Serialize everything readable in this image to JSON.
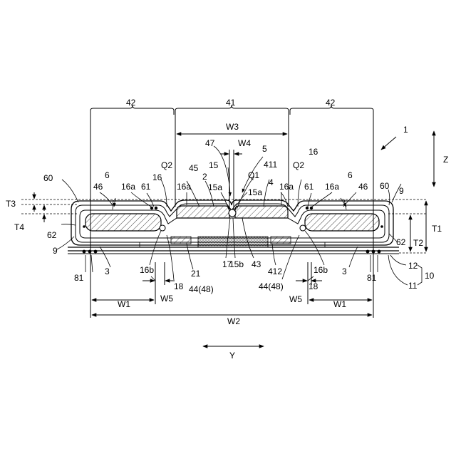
{
  "labels": {
    "l42a": "42",
    "l41": "41",
    "l42b": "42",
    "l1": "1",
    "lZ": "Z",
    "lY": "Y",
    "lW3": "W3",
    "lW4": "W4",
    "l47": "47",
    "l5": "5",
    "l15": "15",
    "l45": "45",
    "l2": "2",
    "lQ1": "Q1",
    "l411": "411",
    "lQ2a": "Q2",
    "lQ2b": "Q2",
    "l16a": "16",
    "l16b": "16",
    "l60a": "60",
    "l60b": "60",
    "l6a": "6",
    "l6b": "6",
    "l46a": "46",
    "l46b": "46",
    "l16aa": "16a",
    "l16ab": "16a",
    "l16ac": "16a",
    "l16ad": "16a",
    "l61a": "61",
    "l61b": "61",
    "l15aa": "15a",
    "l15ab": "15a",
    "l4": "4",
    "l9a": "9",
    "l9b": "9",
    "lT3": "T3",
    "lT4": "T4",
    "lT1": "T1",
    "lT2": "T2",
    "l62a": "62",
    "l62b": "62",
    "l3a": "3",
    "l3b": "3",
    "l81a": "81",
    "l81b": "81",
    "l16ba": "16b",
    "l16bb": "16b",
    "l21": "21",
    "l17": "17",
    "l15b": "15b",
    "l43": "43",
    "l412": "412",
    "l18a": "18",
    "l18b": "18",
    "l4448a": "44(48)",
    "l4448b": "44(48)",
    "l12": "12",
    "l10": "10",
    "l11": "11",
    "lW5a": "W5",
    "lW5b": "W5",
    "lW1a": "W1",
    "lW1b": "W1",
    "lW2": "W2"
  }
}
